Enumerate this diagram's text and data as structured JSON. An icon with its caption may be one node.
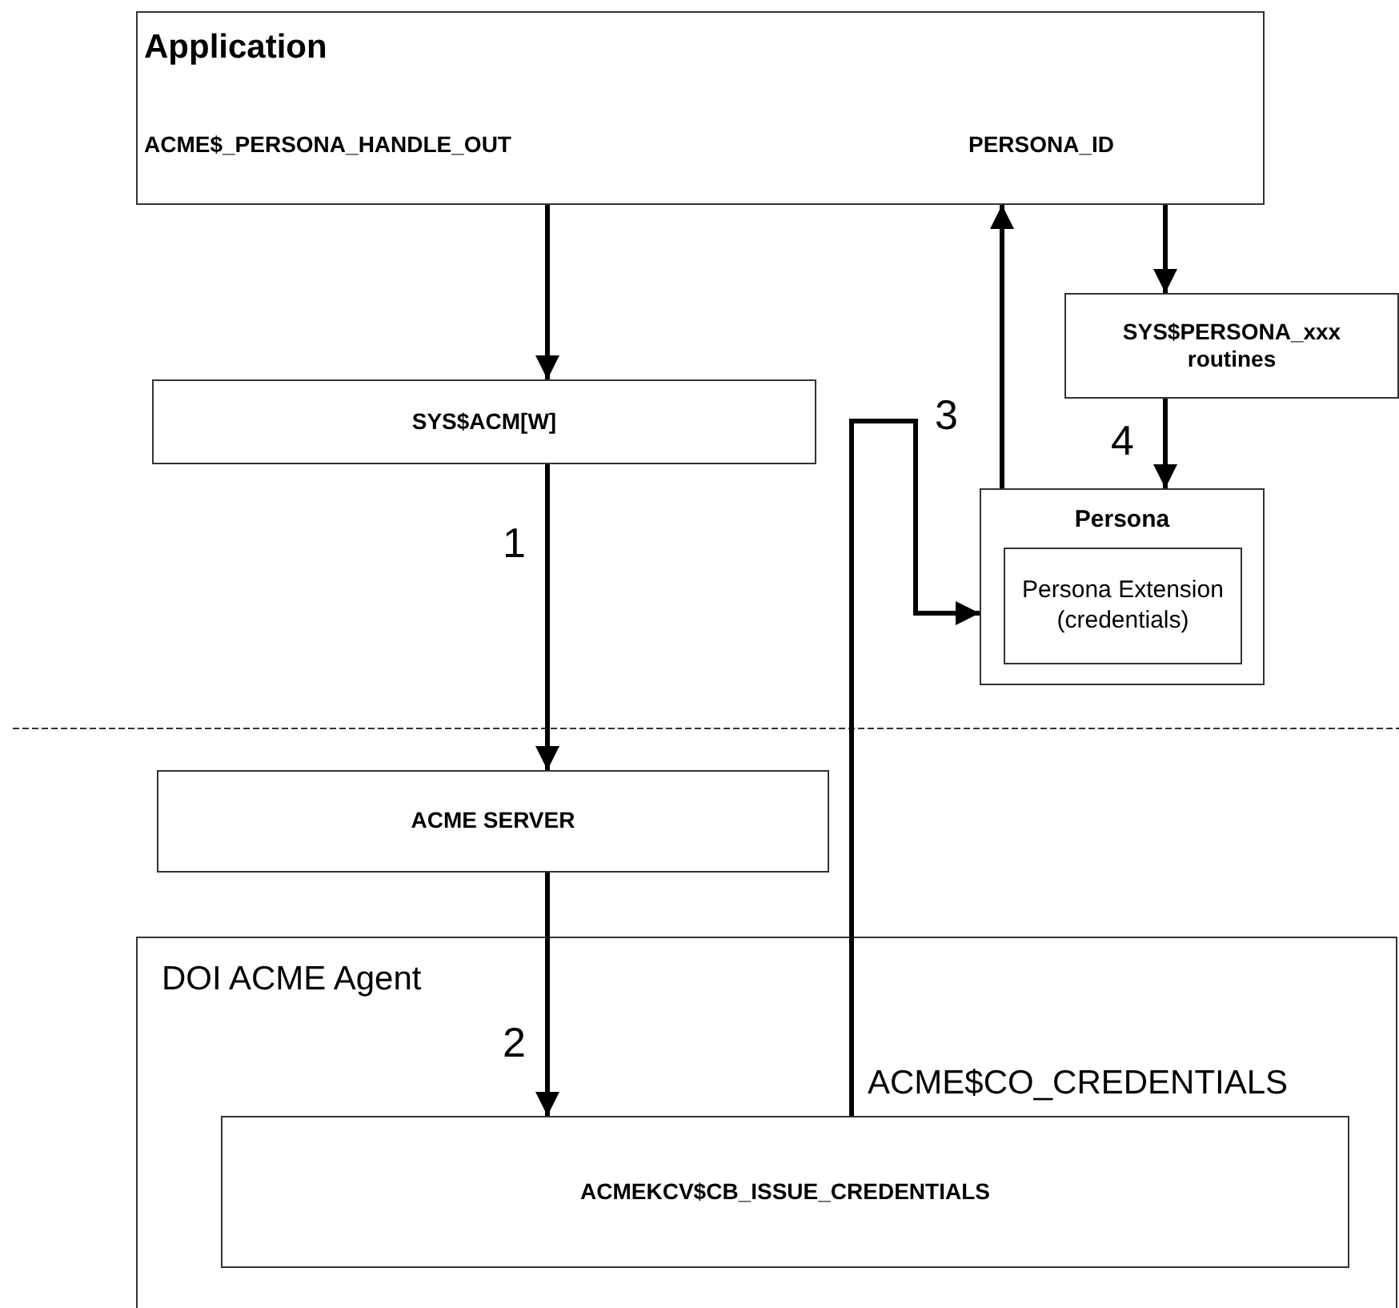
{
  "diagram": {
    "nodes": [
      {
        "text": [
          "Application",
          "ACME$_PERSONA_HANDLE_OUT",
          "PERSONA_ID"
        ]
      },
      {
        "text": [
          "SYS$ACM[W]"
        ]
      },
      {
        "text": [
          "SYS$PERSONA_xxx routines"
        ]
      },
      {
        "text": [
          "Persona"
        ]
      },
      {
        "text": [
          "Persona Extension (credentials)"
        ],
        "in": 3
      },
      {
        "text": [
          "ACME SERVER"
        ]
      },
      {
        "text": [
          "DOI ACME Agent",
          "ACME$CO_CREDENTIALS"
        ]
      },
      {
        "text": [
          "ACMEKCV$CB_ISSUE_CREDENTIALS"
        ],
        "in": 6
      }
    ],
    "edges": [
      {
        "from": 0,
        "to": 1,
        "arrow": "to"
      },
      {
        "from": 1,
        "to": 5,
        "arrow": "to",
        "label": "1"
      },
      {
        "from": 5,
        "to": 7,
        "arrow": "to",
        "label": "2"
      },
      {
        "from": 7,
        "to": 3,
        "arrow": "to",
        "label": "3"
      },
      {
        "from": 3,
        "to": 0,
        "arrow": "to"
      },
      {
        "from": 0,
        "to": 2,
        "arrow": "to"
      },
      {
        "from": 2,
        "to": 3,
        "arrow": "to",
        "label": "4"
      }
    ]
  }
}
